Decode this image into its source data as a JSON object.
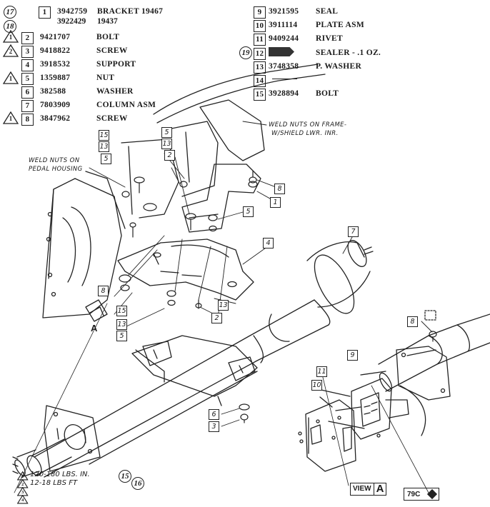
{
  "parts_list": [
    {
      "no": "1",
      "part": "3942759",
      "desc": "BRACKET 19467"
    },
    {
      "no": "2",
      "part": "9421707",
      "desc": "BOLT"
    },
    {
      "no": "3",
      "part": "9418822",
      "desc": "SCREW"
    },
    {
      "no": "4",
      "part": "3918532",
      "desc": "SUPPORT"
    },
    {
      "no": "5",
      "part": "1359887",
      "desc": "NUT"
    },
    {
      "no": "6",
      "part": "382588",
      "desc": "WASHER"
    },
    {
      "no": "7",
      "part": "7803909",
      "desc": "COLUMN ASM"
    },
    {
      "no": "8",
      "part": "3847962",
      "desc": "SCREW"
    },
    {
      "no": "9",
      "part": "3921595",
      "desc": "SEAL"
    },
    {
      "no": "10",
      "part": "3911114",
      "desc": "PLATE ASM"
    },
    {
      "no": "11",
      "part": "9409244",
      "desc": "RIVET"
    },
    {
      "no": "12",
      "part": "",
      "desc": "SEALER - .1 OZ."
    },
    {
      "no": "13",
      "part": "3748358",
      "desc": "P. WASHER"
    },
    {
      "no": "14",
      "part": "",
      "desc": ""
    },
    {
      "no": "15",
      "part": "3928894",
      "desc": "BOLT"
    }
  ],
  "alternate": {
    "part": "3922429",
    "desc": "19437"
  },
  "note_circles": [
    "17",
    "18",
    "19"
  ],
  "torque_triangles": [
    "1",
    "2",
    "3",
    "4"
  ],
  "annotations": {
    "weld_frame_1": "WELD NUTS ON FRAME-",
    "weld_frame_2": "W/SHIELD LWR. INR.",
    "weld_pedal_1": "WELD NUTS ON",
    "weld_pedal_2": "PEDAL HOUSING"
  },
  "torque_notes": [
    {
      "tri": "1",
      "text": "120-180 LBS. IN."
    },
    {
      "tri": "2",
      "text": "12-18 LBS FT"
    }
  ],
  "torque_circles": [
    "15",
    "16"
  ],
  "callouts": [
    {
      "n": "15"
    },
    {
      "n": "13"
    },
    {
      "n": "5"
    },
    {
      "n": "5"
    },
    {
      "n": "13"
    },
    {
      "n": "2"
    },
    {
      "n": "8"
    },
    {
      "n": "1"
    },
    {
      "n": "5"
    },
    {
      "n": "4"
    },
    {
      "n": "7"
    },
    {
      "n": "8"
    },
    {
      "n": "15"
    },
    {
      "n": "13"
    },
    {
      "n": "5"
    },
    {
      "n": "2"
    },
    {
      "n": "13"
    },
    {
      "n": "6"
    },
    {
      "n": "3"
    },
    {
      "n": "8"
    },
    {
      "n": "11"
    },
    {
      "n": "10"
    },
    {
      "n": "9"
    }
  ],
  "view_marker": {
    "word": "VIEW",
    "letter": "A"
  },
  "figure_ref": "79C",
  "section_marker": "A"
}
